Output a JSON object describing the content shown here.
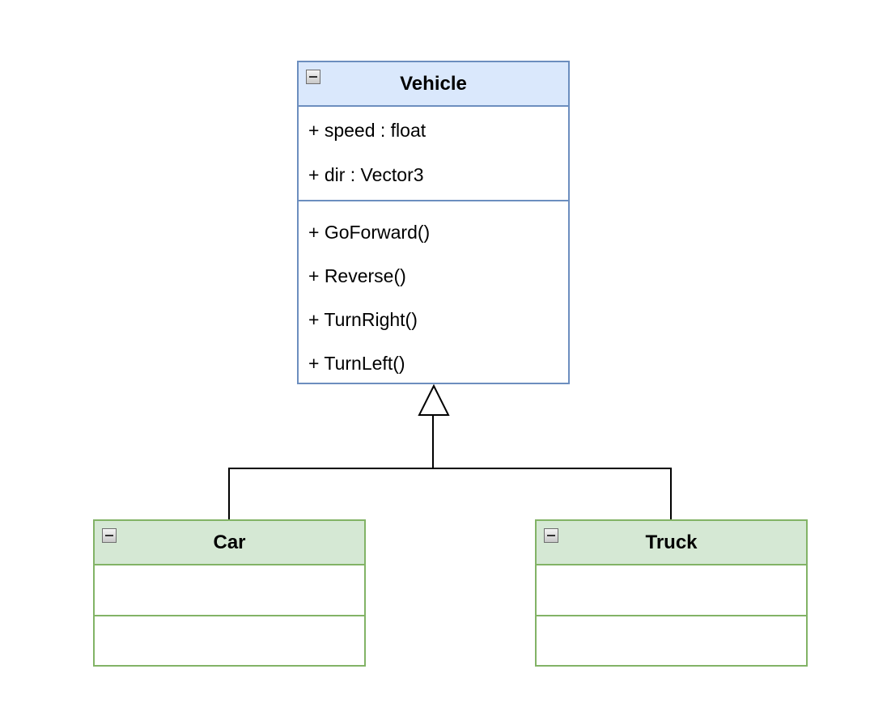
{
  "diagram": {
    "classes": {
      "vehicle": {
        "name": "Vehicle",
        "attributes": [
          "+ speed : float",
          "+ dir : Vector3"
        ],
        "operations": [
          "+ GoForward()",
          "+ Reverse()",
          "+ TurnRight()",
          "+ TurnLeft()"
        ]
      },
      "car": {
        "name": "Car",
        "attributes": [],
        "operations": []
      },
      "truck": {
        "name": "Truck",
        "attributes": [],
        "operations": []
      }
    },
    "relationships": [
      {
        "type": "generalization",
        "from": "Car",
        "to": "Vehicle"
      },
      {
        "type": "generalization",
        "from": "Truck",
        "to": "Vehicle"
      }
    ],
    "colors": {
      "vehicle_fill": "#dae8fc",
      "vehicle_stroke": "#6c8ebf",
      "subclass_fill": "#d5e8d4",
      "subclass_stroke": "#82b366",
      "connector": "#000000"
    }
  }
}
